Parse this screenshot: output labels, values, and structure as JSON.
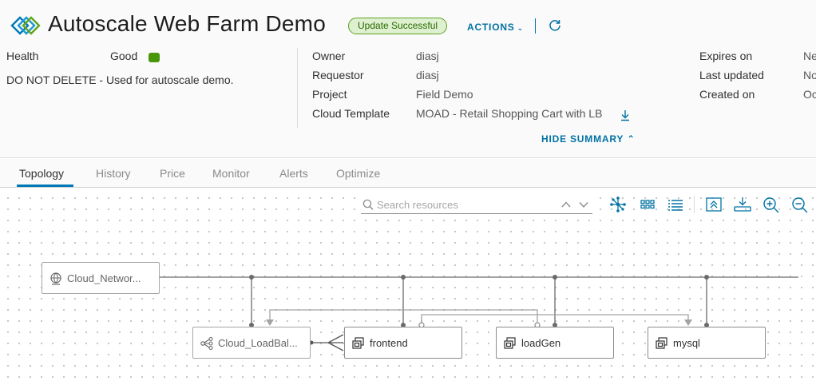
{
  "header": {
    "title": "Autoscale Web Farm Demo",
    "status_badge": "Update Successful",
    "actions_label": "ACTIONS",
    "refresh_icon": "refresh-icon",
    "logo_icon": "deployment-logo-icon"
  },
  "summary": {
    "health_label": "Health",
    "health_value": "Good",
    "description": "DO NOT DELETE - Used for autoscale demo.",
    "owner_label": "Owner",
    "owner_value": "diasj",
    "requestor_label": "Requestor",
    "requestor_value": "diasj",
    "project_label": "Project",
    "project_value": "Field Demo",
    "template_label": "Cloud Template",
    "template_value": "MOAD - Retail Shopping Cart with LB",
    "expires_label": "Expires on",
    "expires_value": "Ne",
    "updated_label": "Last updated",
    "updated_value": "No",
    "created_label": "Created on",
    "created_value": "Oc",
    "hide_summary_label": "HIDE SUMMARY"
  },
  "tabs": [
    {
      "label": "Topology",
      "active": true
    },
    {
      "label": "History"
    },
    {
      "label": "Price"
    },
    {
      "label": "Monitor"
    },
    {
      "label": "Alerts"
    },
    {
      "label": "Optimize"
    }
  ],
  "toolbar": {
    "search_placeholder": "Search resources",
    "icons": [
      "topology-view-icon",
      "grid-view-icon",
      "list-view-icon",
      "fit-to-screen-icon",
      "download-image-icon",
      "zoom-in-icon",
      "zoom-out-icon"
    ]
  },
  "nodes": {
    "network": "Cloud_Networ...",
    "loadbalancer": "Cloud_LoadBal...",
    "frontend": "frontend",
    "loadgen": "loadGen",
    "mysql": "mysql"
  },
  "colors": {
    "accent": "#0072a3",
    "success": "#48960c",
    "badge_bg": "#dff0d0"
  }
}
